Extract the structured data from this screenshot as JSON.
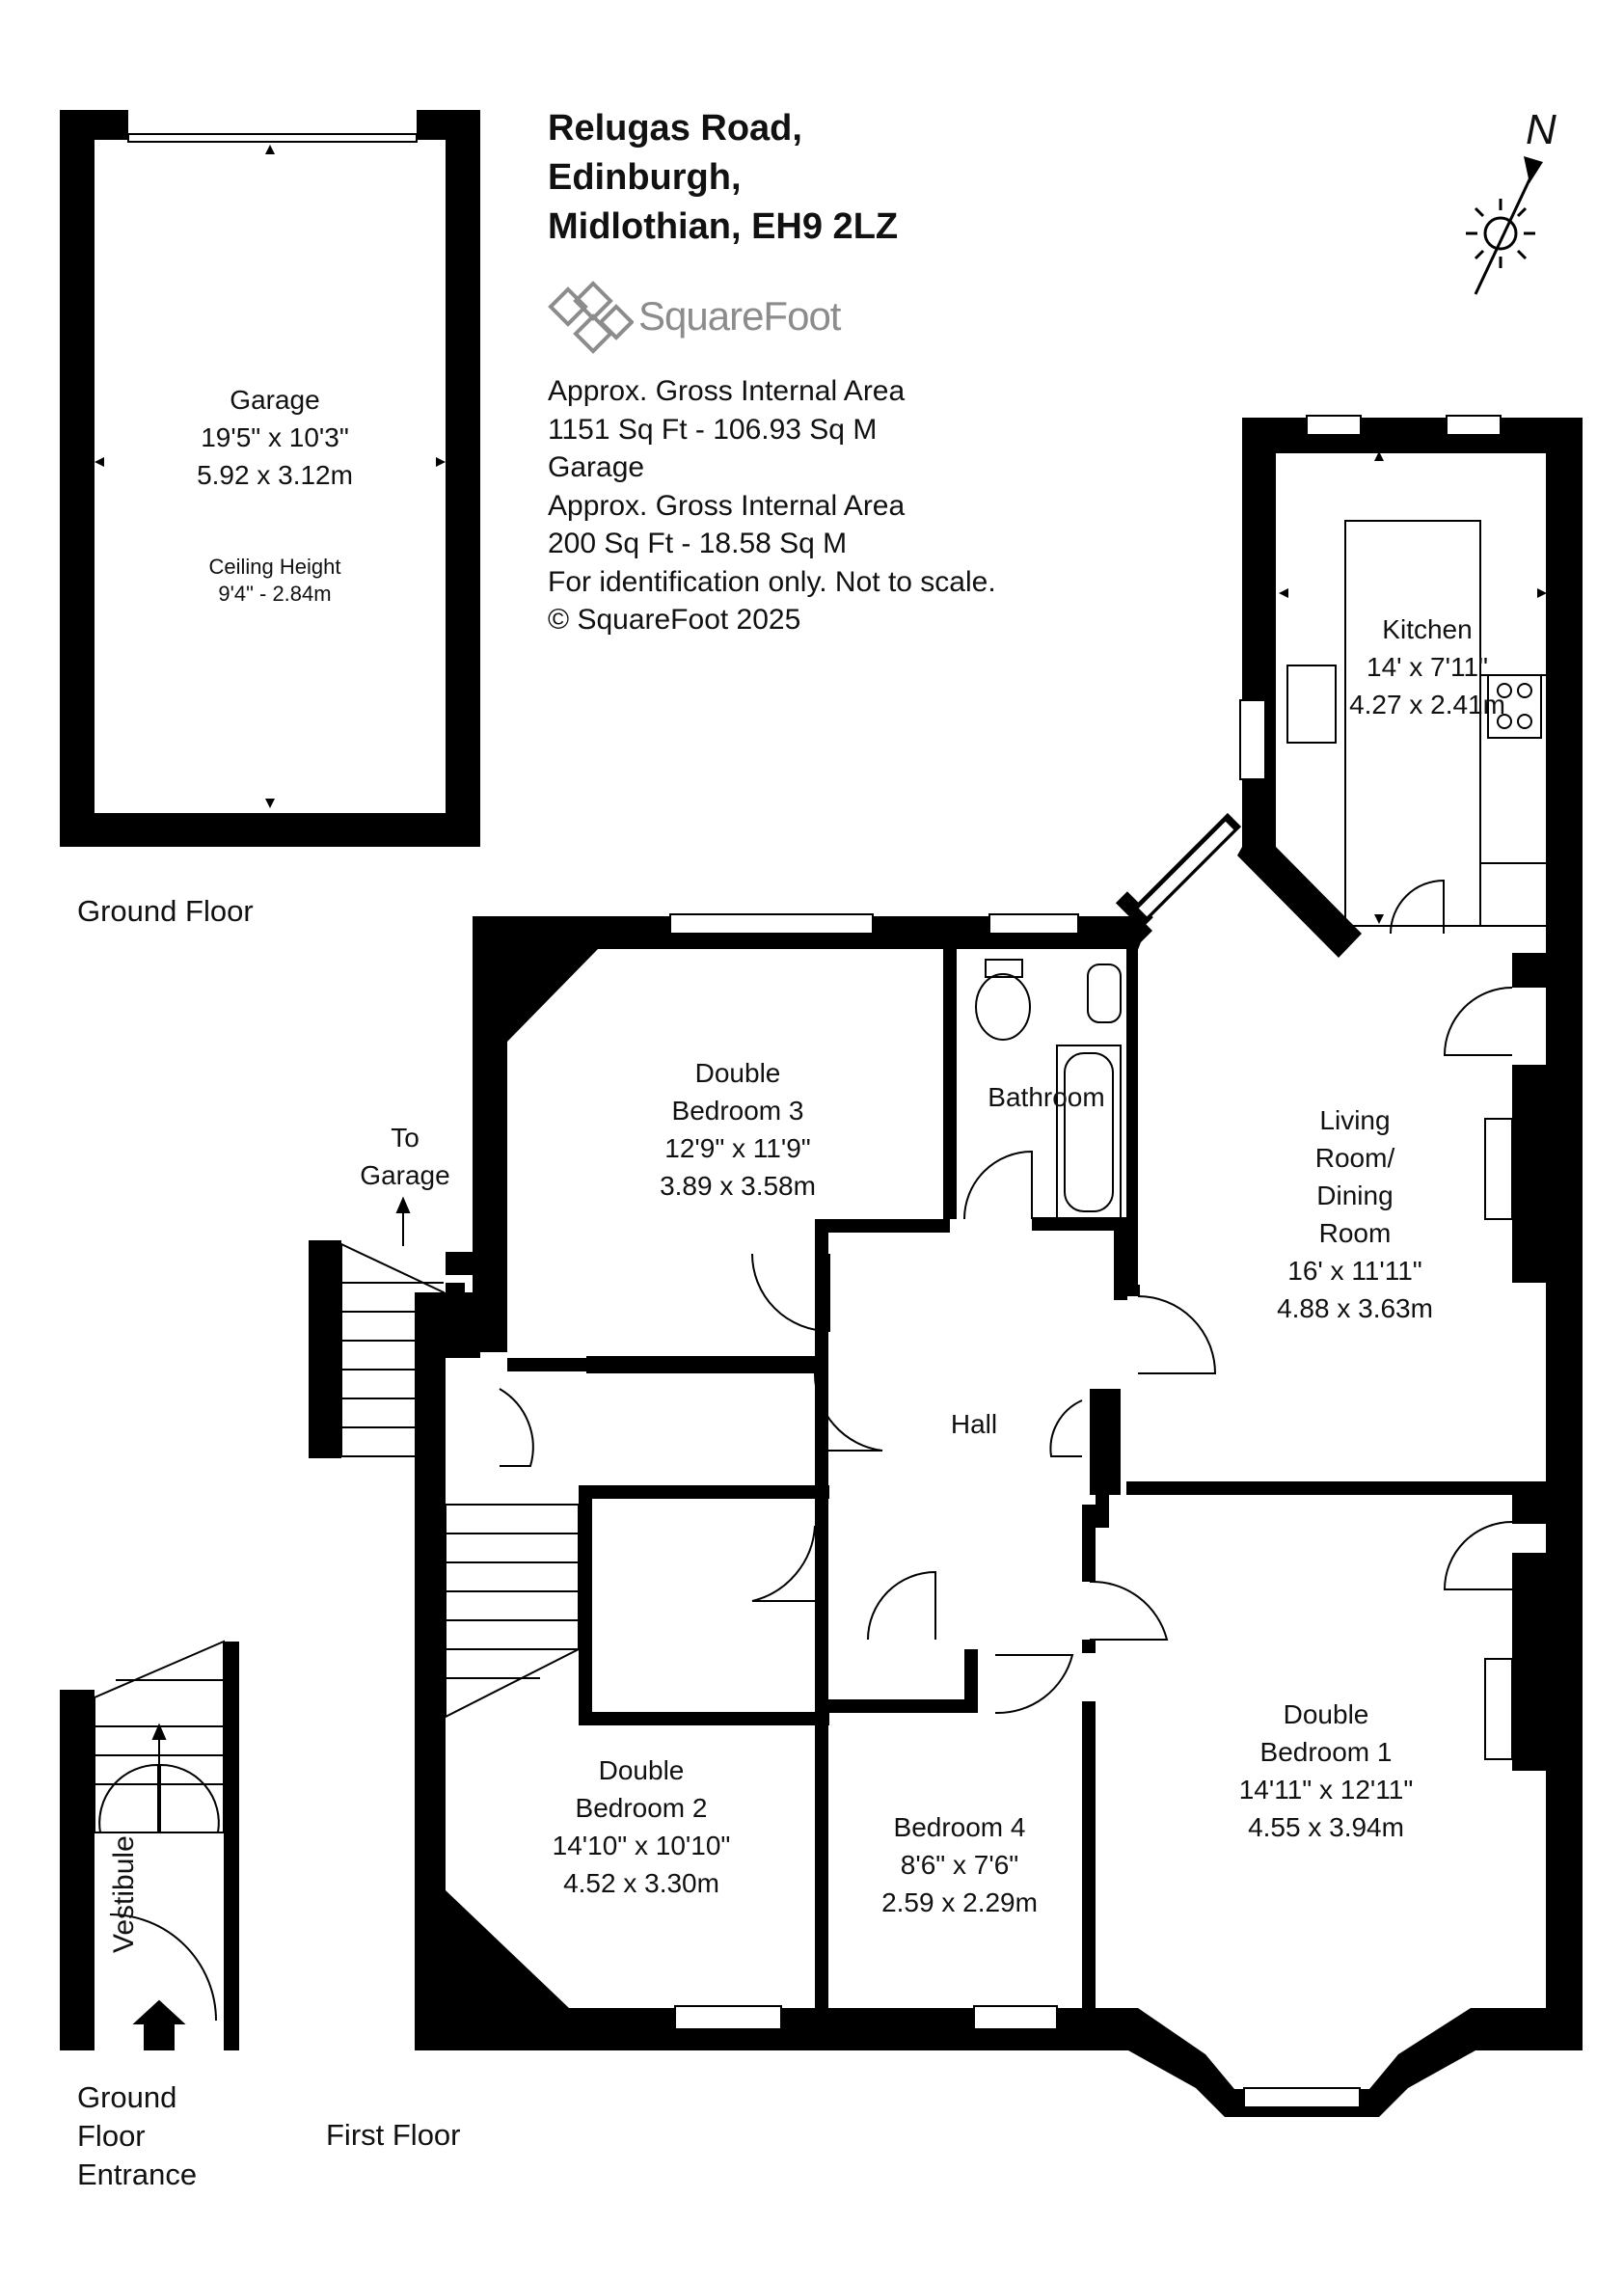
{
  "header": {
    "address_lines": [
      "Relugas Road,",
      "Edinburgh,",
      "Midlothian, EH9 2LZ"
    ],
    "brand_name": "SquareFoot",
    "area_lines": [
      "Approx. Gross Internal Area",
      "1151 Sq Ft  -  106.93 Sq M",
      "Garage",
      "Approx. Gross Internal Area",
      "200 Sq Ft  -  18.58 Sq M",
      "For identification only. Not to scale.",
      "© SquareFoot 2025"
    ]
  },
  "compass": {
    "north_label": "N",
    "icon": "compass-sun-icon"
  },
  "floors": {
    "ground_floor": "Ground Floor",
    "first_floor": "First Floor",
    "entrance": [
      "Ground",
      "Floor",
      "Entrance"
    ]
  },
  "rooms": {
    "garage": {
      "name": "Garage",
      "imperial": "19'5\" x 10'3\"",
      "metric": "5.92 x 3.12m",
      "ceiling_label": "Ceiling Height",
      "ceiling_value": "9'4\" - 2.84m"
    },
    "kitchen": {
      "name": "Kitchen",
      "imperial": "14' x 7'11\"",
      "metric": "4.27 x 2.41m"
    },
    "bedroom3": {
      "name": [
        "Double",
        "Bedroom 3"
      ],
      "imperial": "12'9\" x 11'9\"",
      "metric": "3.89 x 3.58m"
    },
    "bathroom": {
      "name": "Bathroom"
    },
    "living": {
      "name": [
        "Living",
        "Room/",
        "Dining",
        "Room"
      ],
      "imperial": "16' x 11'11\"",
      "metric": "4.88 x 3.63m"
    },
    "hall": {
      "name": "Hall"
    },
    "bedroom2": {
      "name": [
        "Double",
        "Bedroom 2"
      ],
      "imperial": "14'10\" x 10'10\"",
      "metric": "4.52 x 3.30m"
    },
    "bedroom4": {
      "name": "Bedroom 4",
      "imperial": "8'6\" x 7'6\"",
      "metric": "2.59 x 2.29m"
    },
    "bedroom1": {
      "name": [
        "Double",
        "Bedroom 1"
      ],
      "imperial": "14'11\" x 12'11\"",
      "metric": "4.55 x 3.94m"
    },
    "vestibule": {
      "name": "Vestibule"
    },
    "to_garage": {
      "name": [
        "To",
        "Garage"
      ]
    }
  },
  "colors": {
    "wall": "#000000",
    "brand_grey": "#8c8c8c",
    "background": "#ffffff"
  }
}
